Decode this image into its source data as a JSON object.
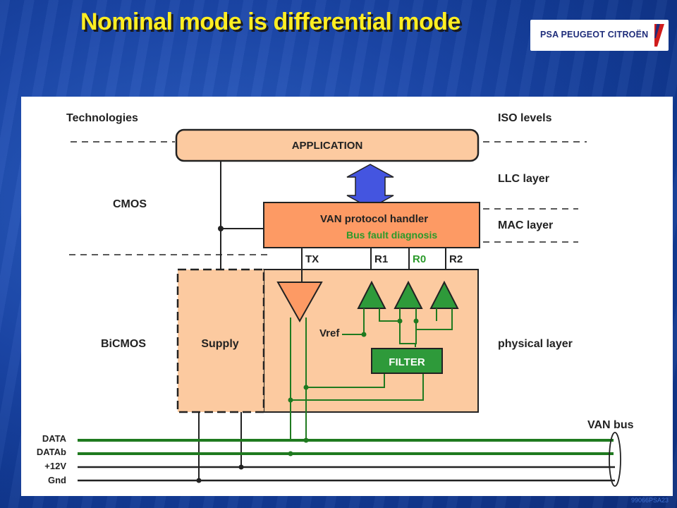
{
  "slide": {
    "title": "Nominal mode is differential mode",
    "logo_text": "PSA PEUGEOT CITROËN",
    "footer_code": "99066PSA23"
  },
  "diagram": {
    "left_header": "Technologies",
    "right_header": "ISO levels",
    "technologies": {
      "cmos": "CMOS",
      "bicmos": "BiCMOS"
    },
    "iso_levels": {
      "llc": "LLC layer",
      "mac": "MAC layer",
      "physical": "physical layer"
    },
    "blocks": {
      "application": "APPLICATION",
      "protocol_handler": "VAN protocol handler",
      "bus_fault": "Bus fault diagnosis",
      "supply": "Supply",
      "filter": "FILTER",
      "vref": "Vref"
    },
    "pins": {
      "tx": "TX",
      "r1": "R1",
      "r0": "R0",
      "r2": "R2"
    },
    "bus": {
      "label": "VAN bus",
      "lines": {
        "data": "DATA",
        "datab": "DATAb",
        "plus12v": "+12V",
        "gnd": "Gnd"
      }
    },
    "colors": {
      "block_fill": "#fccaa0",
      "handler_fill": "#fd9a64",
      "green": "#2e9a3a",
      "bus_green": "#1f7a1f",
      "arrow_blue": "#4455e0",
      "bus_fault_text": "#2a9a2a",
      "r0_text": "#2a9a2a"
    }
  }
}
